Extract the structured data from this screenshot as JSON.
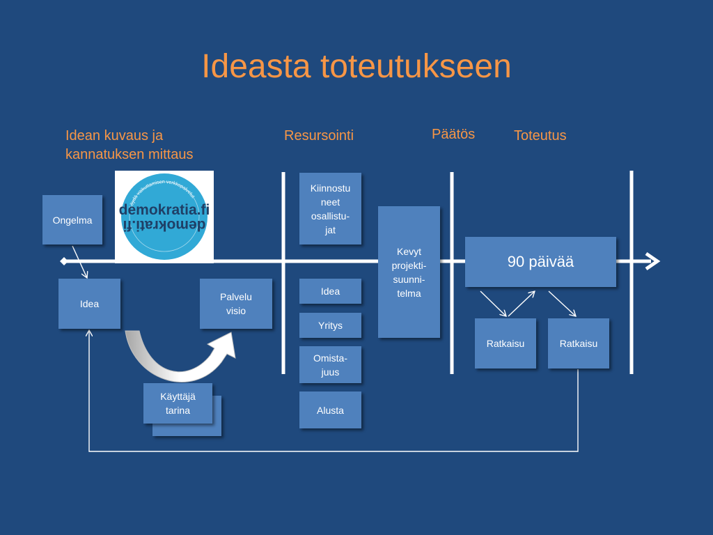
{
  "slide": {
    "title": "Ideasta toteutukseen"
  },
  "phases": {
    "idea_description": "Idean kuvaus ja\nkannatuksen mittaus",
    "resourcing": "Resursointi",
    "decision": "Päätös",
    "implementation": "Toteutus"
  },
  "boxes": {
    "ongelma": "Ongelma",
    "idea_left": "Idea",
    "palvelu_visio": "Palvelu\nvisio",
    "kayttaja_tarina": "Käyttäjä\ntarina",
    "kiinnostuneet": "Kiinnostu\nneet\nosallistu-\njat",
    "idea_mid": "Idea",
    "yritys": "Yritys",
    "omistajuus": "Omista-\njuus",
    "alusta": "Alusta",
    "kevyt": "Kevyt\nprojekti-\nsuunni-\ntelma",
    "paivaa": "90 päivää",
    "ratkaisu_1": "Ratkaisu",
    "ratkaisu_2": "Ratkaisu"
  },
  "logo": {
    "text_upper": "demokratia.fi",
    "text_lower": "demokrati.fi",
    "ring_text": "Löydä vaikuttamisen verkkopalvelut"
  },
  "colors": {
    "background": "#1f497d",
    "accent": "#f79646",
    "box": "#4f81bd",
    "logo_circle": "#31a9d6"
  }
}
